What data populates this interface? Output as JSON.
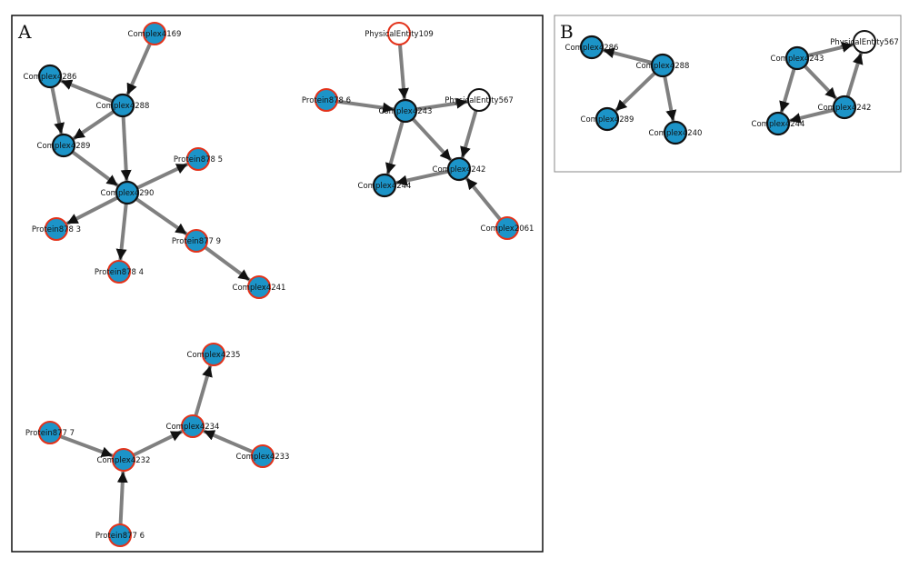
{
  "colors": {
    "node_fill": "#1c94c8",
    "node_stroke_dark": "#111111",
    "node_stroke_red": "#e3321a",
    "empty_fill": "#ffffff",
    "edge": "#808080"
  },
  "panels": {
    "a": {
      "label": "A"
    },
    "b": {
      "label": "B"
    }
  },
  "graph_a": {
    "nodes": [
      {
        "id": "c4169",
        "label": "Complex4169",
        "style": "red"
      },
      {
        "id": "c4286",
        "label": "Complex4286",
        "style": "dark"
      },
      {
        "id": "c4288",
        "label": "Complex4288",
        "style": "dark"
      },
      {
        "id": "c4289",
        "label": "Complex4289",
        "style": "dark"
      },
      {
        "id": "c4290",
        "label": "Complex4290",
        "style": "dark"
      },
      {
        "id": "p8785",
        "label": "Protein878 5",
        "style": "red"
      },
      {
        "id": "p8783",
        "label": "Protein878 3",
        "style": "red"
      },
      {
        "id": "p8784",
        "label": "Protein878 4",
        "style": "red"
      },
      {
        "id": "p8779",
        "label": "Protein877 9",
        "style": "red"
      },
      {
        "id": "c4241",
        "label": "Complex4241",
        "style": "red"
      },
      {
        "id": "pe109",
        "label": "PhysicalEntity109",
        "style": "red-empty"
      },
      {
        "id": "p8786",
        "label": "Protein878 6",
        "style": "red"
      },
      {
        "id": "c4243",
        "label": "Complex4243",
        "style": "dark"
      },
      {
        "id": "pe567",
        "label": "PhysicalEntity567",
        "style": "dark-empty"
      },
      {
        "id": "c4242",
        "label": "Complex4242",
        "style": "dark"
      },
      {
        "id": "c4244",
        "label": "Complex4244",
        "style": "dark"
      },
      {
        "id": "c2061",
        "label": "Complex2061",
        "style": "red"
      },
      {
        "id": "c4235",
        "label": "Complex4235",
        "style": "red"
      },
      {
        "id": "c4234",
        "label": "Complex4234",
        "style": "red"
      },
      {
        "id": "p8777",
        "label": "Protein877 7",
        "style": "red"
      },
      {
        "id": "c4232",
        "label": "Complex4232",
        "style": "red"
      },
      {
        "id": "c4233",
        "label": "Complex4233",
        "style": "red"
      },
      {
        "id": "p8776",
        "label": "Protein877 6",
        "style": "red"
      }
    ],
    "edges": [
      {
        "from": "c4169",
        "to": "c4288"
      },
      {
        "from": "c4288",
        "to": "c4286"
      },
      {
        "from": "c4288",
        "to": "c4289"
      },
      {
        "from": "c4286",
        "to": "c4289"
      },
      {
        "from": "c4288",
        "to": "c4290"
      },
      {
        "from": "c4289",
        "to": "c4290"
      },
      {
        "from": "c4290",
        "to": "p8785"
      },
      {
        "from": "c4290",
        "to": "p8783"
      },
      {
        "from": "c4290",
        "to": "p8784"
      },
      {
        "from": "c4290",
        "to": "p8779"
      },
      {
        "from": "p8779",
        "to": "c4241"
      },
      {
        "from": "pe109",
        "to": "c4243"
      },
      {
        "from": "p8786",
        "to": "c4243"
      },
      {
        "from": "c4243",
        "to": "pe567"
      },
      {
        "from": "c4243",
        "to": "c4244"
      },
      {
        "from": "c4243",
        "to": "c4242"
      },
      {
        "from": "pe567",
        "to": "c4242"
      },
      {
        "from": "c4242",
        "to": "c4244"
      },
      {
        "from": "c2061",
        "to": "c4242"
      },
      {
        "from": "c4234",
        "to": "c4235"
      },
      {
        "from": "p8777",
        "to": "c4232"
      },
      {
        "from": "c4232",
        "to": "c4234"
      },
      {
        "from": "c4233",
        "to": "c4234"
      },
      {
        "from": "p8776",
        "to": "c4232"
      }
    ]
  },
  "graph_b": {
    "nodes": [
      {
        "id": "b4286",
        "label": "Complex4286",
        "style": "dark"
      },
      {
        "id": "b4288",
        "label": "Complex4288",
        "style": "dark"
      },
      {
        "id": "b4289",
        "label": "Complex4289",
        "style": "dark"
      },
      {
        "id": "b4240",
        "label": "Complex4240",
        "style": "dark"
      },
      {
        "id": "b4243",
        "label": "Complex4243",
        "style": "dark"
      },
      {
        "id": "b567",
        "label": "PhysicalEntity567",
        "style": "dark-empty"
      },
      {
        "id": "b4242",
        "label": "Complex4242",
        "style": "dark"
      },
      {
        "id": "b4244",
        "label": "Complex4244",
        "style": "dark"
      }
    ],
    "edges": [
      {
        "from": "b4288",
        "to": "b4286"
      },
      {
        "from": "b4288",
        "to": "b4289"
      },
      {
        "from": "b4288",
        "to": "b4240"
      },
      {
        "from": "b4243",
        "to": "b567"
      },
      {
        "from": "b4243",
        "to": "b4242"
      },
      {
        "from": "b4243",
        "to": "b4244"
      },
      {
        "from": "b4242",
        "to": "b567"
      },
      {
        "from": "b4242",
        "to": "b4244"
      }
    ]
  }
}
